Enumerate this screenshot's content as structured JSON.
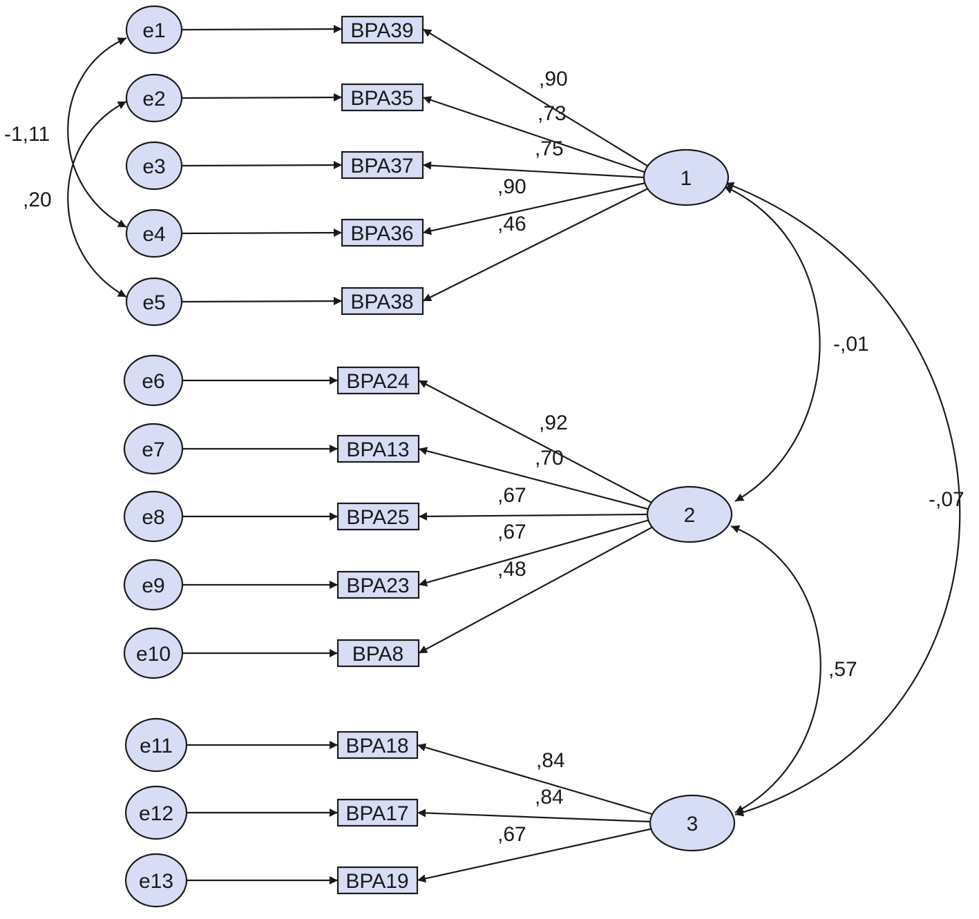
{
  "errors": [
    "e1",
    "e2",
    "e3",
    "e4",
    "e5",
    "e6",
    "e7",
    "e8",
    "e9",
    "e10",
    "e11",
    "e12",
    "e13"
  ],
  "indicators": [
    "BPA39",
    "BPA35",
    "BPA37",
    "BPA36",
    "BPA38",
    "BPA24",
    "BPA13",
    "BPA25",
    "BPA23",
    "BPA8",
    "BPA18",
    "BPA17",
    "BPA19"
  ],
  "factors": [
    "1",
    "2",
    "3"
  ],
  "loadings": [
    ",90",
    ",73",
    ",75",
    ",90",
    ",46",
    ",92",
    ",70",
    ",67",
    ",67",
    ",48",
    ",84",
    ",84",
    ",67"
  ],
  "error_covariances": [
    {
      "from": "e1",
      "to": "e4",
      "value": "-1,11"
    },
    {
      "from": "e2",
      "to": "e5",
      "value": ",20"
    }
  ],
  "factor_covariances": [
    {
      "from": "1",
      "to": "2",
      "value": "-,01"
    },
    {
      "from": "2",
      "to": "3",
      "value": ",57"
    },
    {
      "from": "1",
      "to": "3",
      "value": "-,07"
    }
  ],
  "colors": {
    "node_fill": "#d6ddf5",
    "stroke": "#1a1a1a"
  }
}
